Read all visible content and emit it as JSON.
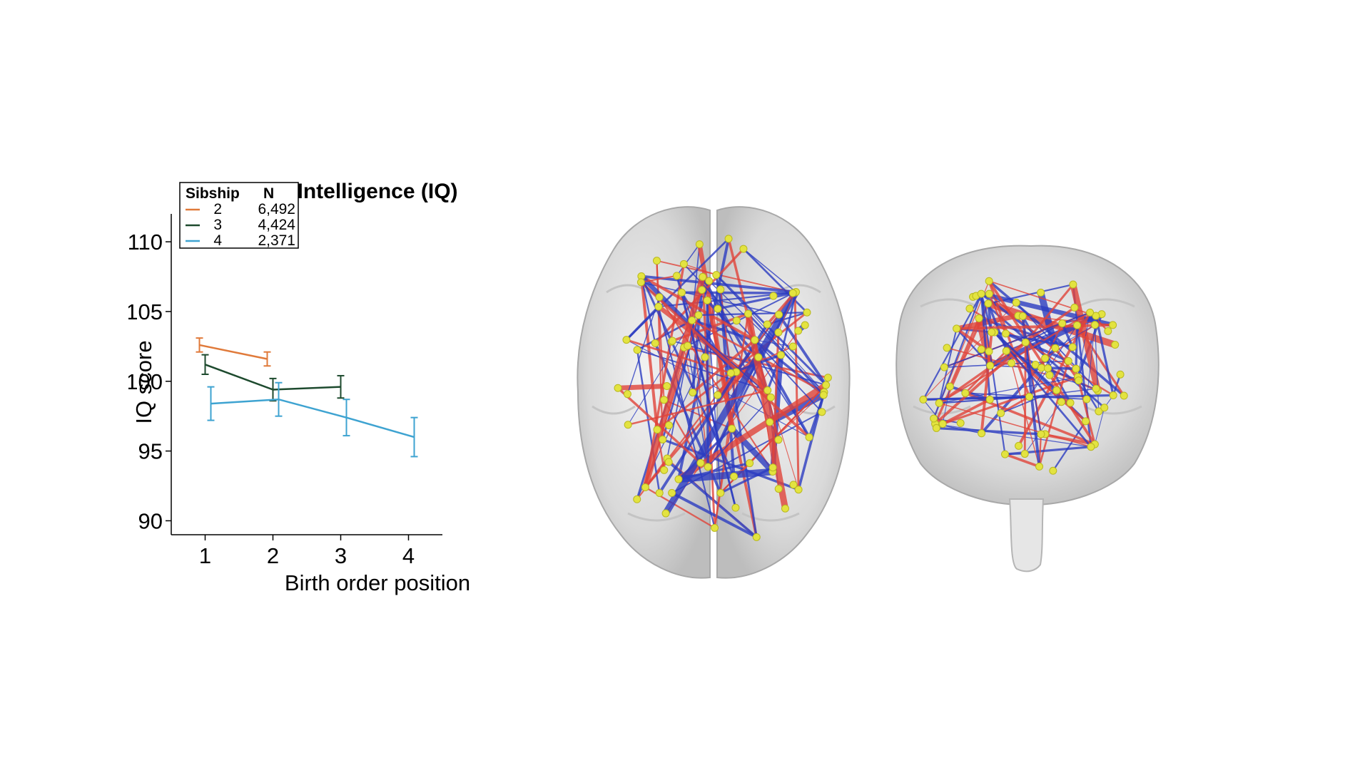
{
  "chart_data": {
    "type": "line",
    "title": "Intelligence (IQ)",
    "xlabel": "Birth order position",
    "ylabel": "IQ score",
    "xlim": [
      0.5,
      4.5
    ],
    "ylim": [
      89,
      112
    ],
    "xticks": [
      1,
      2,
      3,
      4
    ],
    "yticks": [
      90,
      95,
      100,
      105,
      110
    ],
    "grid": false,
    "legend": {
      "placement": "top-left",
      "header": [
        "Sibship",
        "N"
      ],
      "entries": [
        {
          "sibship": "2",
          "n": "6,492"
        },
        {
          "sibship": "3",
          "n": "4,424"
        },
        {
          "sibship": "4",
          "n": "2,371"
        }
      ]
    },
    "series": [
      {
        "sibship": "2",
        "color": "#e07a3a",
        "x": [
          1,
          2
        ],
        "values": [
          102.6,
          101.6
        ],
        "err": [
          0.5,
          0.5
        ]
      },
      {
        "sibship": "3",
        "color": "#1d4a2e",
        "x": [
          1,
          2,
          3
        ],
        "values": [
          101.2,
          99.4,
          99.6
        ],
        "err": [
          0.7,
          0.8,
          0.8
        ]
      },
      {
        "sibship": "4",
        "color": "#3ea3d1",
        "x": [
          1,
          2,
          3,
          4
        ],
        "values": [
          98.4,
          98.7,
          97.4,
          96.0
        ],
        "err": [
          1.2,
          1.2,
          1.3,
          1.4
        ]
      }
    ]
  },
  "brain_figure": {
    "node_color": "#e3e340",
    "positive_edge_color": "#e0443a",
    "negative_edge_color": "#2c3cc0"
  }
}
